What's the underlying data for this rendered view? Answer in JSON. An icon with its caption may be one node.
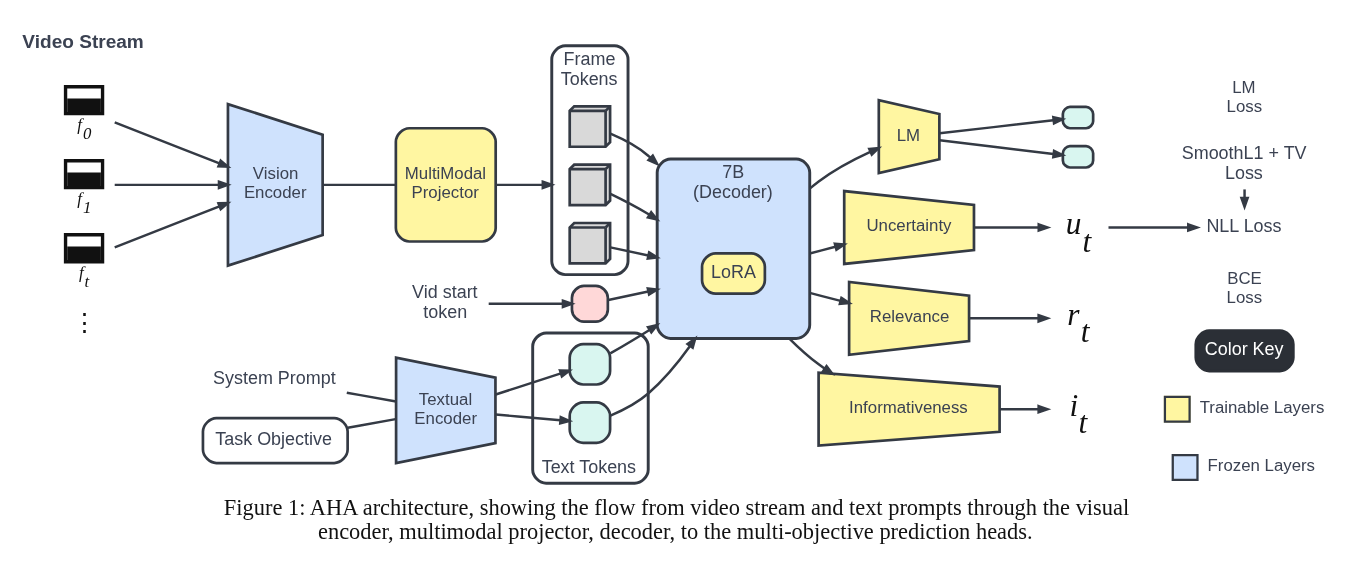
{
  "diagram": {
    "caption": "Figure 1: AHA architecture, showing the flow from video stream and text prompts through the visual encoder, multimodal projector, decoder, to the multi-objective prediction heads.",
    "nodes": [
      {
        "text": [],
        "shape": "picture",
        "beside": [
          "f$_{0}$"
        ]
      },
      {
        "text": [],
        "shape": "picture",
        "beside": [
          "f$_{1}$"
        ]
      },
      {
        "text": [],
        "shape": "picture",
        "beside": [
          "f$_{t}$"
        ]
      },
      {
        "text": [
          "Vision Encoder"
        ]
      },
      {
        "text": [
          "MultiModal Projector"
        ]
      },
      {
        "text": [
          "Frame Tokens"
        ]
      },
      {
        "text": [],
        "shape": "cube",
        "in": 5
      },
      {
        "text": [],
        "shape": "cube",
        "in": 5
      },
      {
        "text": [],
        "shape": "cube",
        "in": 5
      },
      {
        "text": [
          "Vid start token"
        ]
      },
      {
        "text": [],
        "shape": "box"
      },
      {
        "text": [
          "System Prompt"
        ]
      },
      {
        "text": [
          "Task Objective"
        ]
      },
      {
        "text": [
          "Textual Encoder"
        ]
      },
      {
        "text": [
          "Text Tokens"
        ]
      },
      {
        "text": [],
        "shape": "box",
        "in": 14
      },
      {
        "text": [],
        "shape": "box",
        "in": 14
      },
      {
        "text": [
          "7B (Decoder)"
        ]
      },
      {
        "text": [
          "LoRA"
        ],
        "in": 17
      },
      {
        "text": [
          "LM"
        ]
      },
      {
        "text": [],
        "shape": "box"
      },
      {
        "text": [],
        "shape": "box"
      },
      {
        "text": [
          "Uncertainty"
        ]
      },
      {
        "text": [
          "u$_{t}$"
        ]
      },
      {
        "text": [
          "NLL Loss"
        ]
      },
      {
        "text": [
          "Relevance"
        ]
      },
      {
        "text": [
          "r$_{t}$"
        ]
      },
      {
        "text": [
          "SmoothL1 + TV Loss"
        ]
      },
      {
        "text": [
          "Informativeness"
        ]
      },
      {
        "text": [
          "i$_{t}$"
        ]
      }
    ],
    "edges": [
      {
        "from": 0,
        "to": 3,
        "arrow": "to"
      },
      {
        "from": 1,
        "to": 3,
        "arrow": "to"
      },
      {
        "from": 2,
        "to": 3,
        "arrow": "to"
      },
      {
        "from": 3,
        "to": 4,
        "arrow": "none"
      },
      {
        "from": 4,
        "to": 5,
        "arrow": "to"
      },
      {
        "from": 6,
        "to": 17,
        "arrow": "to"
      },
      {
        "from": 7,
        "to": 17,
        "arrow": "to"
      },
      {
        "from": 8,
        "to": 17,
        "arrow": "to"
      },
      {
        "from": 9,
        "to": 10,
        "arrow": "to"
      },
      {
        "from": 10,
        "to": 17,
        "arrow": "to"
      },
      {
        "from": 11,
        "to": 13,
        "arrow": "none"
      },
      {
        "from": 13,
        "to": 15,
        "arrow": "to"
      },
      {
        "from": 12,
        "to": 13,
        "arrow": "none"
      },
      {
        "from": 13,
        "to": 16,
        "arrow": "to"
      },
      {
        "from": 15,
        "to": 17,
        "arrow": "to"
      },
      {
        "from": 16,
        "to": 17,
        "arrow": "to"
      },
      {
        "from": 17,
        "to": 19,
        "arrow": "to"
      },
      {
        "from": 17,
        "to": 22,
        "arrow": "to"
      },
      {
        "from": 17,
        "to": 25,
        "arrow": "to"
      },
      {
        "from": 17,
        "to": 28,
        "arrow": "to"
      },
      {
        "from": 19,
        "to": 20,
        "arrow": "to"
      },
      {
        "from": 19,
        "to": 21,
        "arrow": "to"
      },
      {
        "from": 22,
        "to": 23,
        "arrow": "to"
      },
      {
        "from": 23,
        "to": 24,
        "arrow": "to"
      },
      {
        "from": 25,
        "to": 26,
        "arrow": "to"
      },
      {
        "from": 27,
        "to": 24,
        "arrow": "to"
      },
      {
        "from": 28,
        "to": 29,
        "arrow": "to"
      }
    ],
    "labels": [
      "Video Stream",
      "⋮",
      "LM Loss",
      "BCE Loss",
      "Color Key"
    ],
    "legend": [
      {
        "text": "Trainable Layers",
        "color": "#fff6a1"
      },
      {
        "text": "Frozen Layers",
        "color": "#cfe2fd"
      }
    ]
  }
}
